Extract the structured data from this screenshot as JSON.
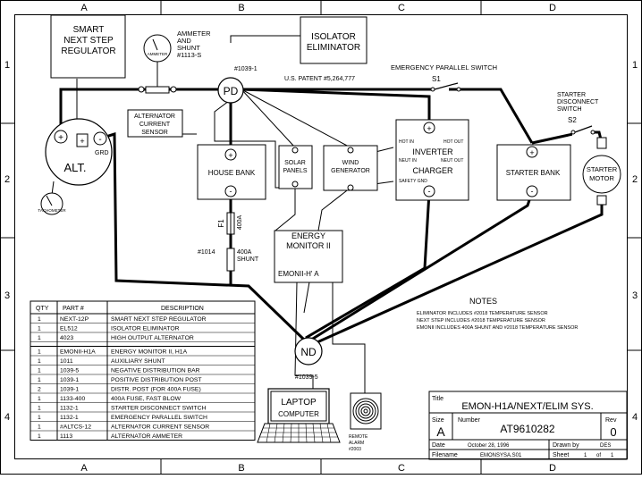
{
  "grid": {
    "columns": [
      "A",
      "B",
      "C",
      "D"
    ],
    "rows": [
      "1",
      "2",
      "3",
      "4"
    ]
  },
  "components": {
    "regulator": [
      "SMART",
      "NEXT STEP",
      "REGULATOR"
    ],
    "isolator": [
      "ISOLATOR",
      "ELIMINATOR"
    ],
    "ammeter_callout": [
      "AMMETER",
      "AND",
      "SHUNT",
      "#1113-S"
    ],
    "ammeter_face": "AMMETER",
    "pd": "PD",
    "pd_part": "#1039-1",
    "patent": "U.S. PATENT #5,264,777",
    "emergency_switch": "EMERGENCY PARALLEL SWITCH",
    "s1": "S1",
    "starter_switch": [
      "STARTER",
      "DISCONNECT",
      "SWITCH"
    ],
    "s2": "S2",
    "current_sensor": [
      "ALTERNATOR",
      "CURRENT",
      "SENSOR"
    ],
    "alt": "ALT.",
    "grd": "GRD",
    "tach": "TACHOMETER",
    "house_bank": "HOUSE BANK",
    "solar": [
      "SOLAR",
      "PANELS"
    ],
    "wind": [
      "WIND",
      "GENERATOR"
    ],
    "inverter": [
      "INVERTER",
      "CHARGER"
    ],
    "inv_terms": [
      "HOT IN",
      "HOT OUT",
      "NEUT IN",
      "NEUT OUT",
      "SAFETY GND"
    ],
    "starter_bank": "STARTER BANK",
    "starter_motor": [
      "STARTER",
      "MOTOR"
    ],
    "fuse": [
      "F1",
      "400A"
    ],
    "shunt_ref": "#1014",
    "shunt": [
      "400A",
      "SHUNT"
    ],
    "energy_monitor": [
      "ENERGY",
      "MONITOR II"
    ],
    "emon_model": "EMONII-H' A",
    "nd": "ND",
    "nd_part": "#1039-5",
    "laptop": [
      "LAPTOP",
      "COMPUTER"
    ],
    "remote_alarm": [
      "REMOTE",
      "ALARM",
      "#2003"
    ],
    "plus": "+",
    "minus": "-"
  },
  "notes": {
    "heading": "NOTES",
    "lines": [
      "ELIMINATOR INCLUDES #2018 TEMPERATURE SENSOR",
      "NEXT STEP INCLUDES #2018 TEMPERATURE SENSOR",
      "EMONII INCLUDES 400A SHUNT AND #2018 TEMPERATURE SENSOR"
    ]
  },
  "parts_table": {
    "headers": [
      "QTY",
      "PART #",
      "DESCRIPTION"
    ],
    "groups": [
      [
        [
          "1",
          "NEXT-12P",
          "SMART NEXT STEP REGULATOR"
        ],
        [
          "1",
          "EL512",
          "ISOLATOR ELIMINATOR"
        ],
        [
          "1",
          "4023",
          "HIGH OUTPUT ALTERNATOR"
        ]
      ],
      [
        [
          "1",
          "EMONII-H1A",
          "ENERGY MONITOR II, H1A"
        ],
        [
          "1",
          "1011",
          "AUXILIARY SHUNT"
        ],
        [
          "1",
          "1039-5",
          "NEGATIVE DISTRIBUTION BAR"
        ],
        [
          "1",
          "1039-1",
          "POSITIVE DISTRIBUTION POST"
        ],
        [
          "2",
          "1039-1",
          "DISTR. POST (FOR 400A FUSE)"
        ],
        [
          "1",
          "1133-400",
          "400A FUSE, FAST BLOW"
        ],
        [
          "1",
          "1132-1",
          "STARTER DISCONNECT SWITCH"
        ],
        [
          "1",
          "1132-1",
          "EMERGENCY PARALLEL SWITCH"
        ],
        [
          "1",
          "#ALTCS-12",
          "ALTERNATOR CURRENT SENSOR"
        ],
        [
          "1",
          "1113",
          "ALTERNATOR AMMETER"
        ]
      ]
    ]
  },
  "title_block": {
    "title_label": "Title",
    "title": "EMON-H1A/NEXT/ELIM SYS.",
    "size_label": "Size",
    "size": "A",
    "number_label": "Number",
    "number": "AT9610282",
    "rev_label": "Rev",
    "rev": "0",
    "date_label": "Date",
    "date": "October 28, 1996",
    "drawn_label": "Drawn by",
    "drawn": "DES",
    "filename_label": "Filename",
    "filename": "EMONSYSA.S01",
    "sheet_label": "Sheet",
    "sheet": "1",
    "of_label": "of",
    "of": "1"
  }
}
